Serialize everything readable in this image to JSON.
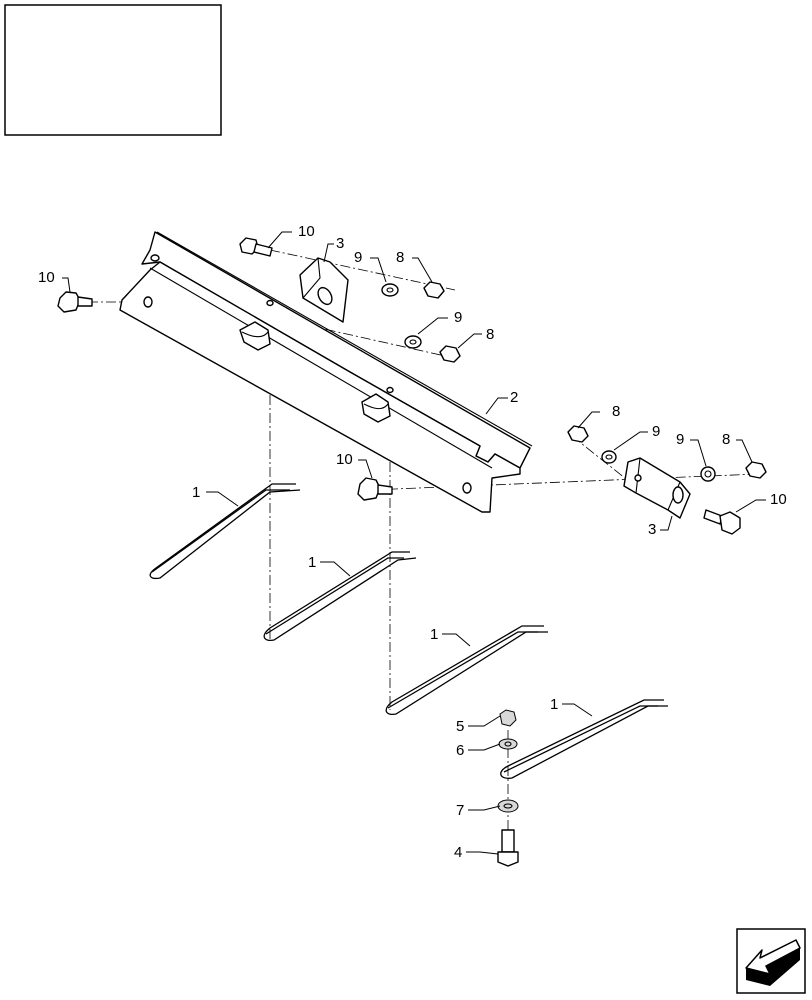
{
  "callouts": {
    "c10a": "10",
    "c3a": "3",
    "c9a": "9",
    "c8a": "8",
    "c10b": "10",
    "c9b": "9",
    "c8b": "8",
    "c2": "2",
    "c8c": "8",
    "c9c": "9",
    "c9d": "9",
    "c8d": "8",
    "c10c": "10",
    "c10d": "10",
    "c3b": "3",
    "c1a": "1",
    "c1b": "1",
    "c1c": "1",
    "c1d": "1",
    "c5": "5",
    "c6": "6",
    "c7": "7",
    "c4": "4"
  },
  "icons": {
    "nav_arrow": "arrow-bottom-left-icon"
  }
}
